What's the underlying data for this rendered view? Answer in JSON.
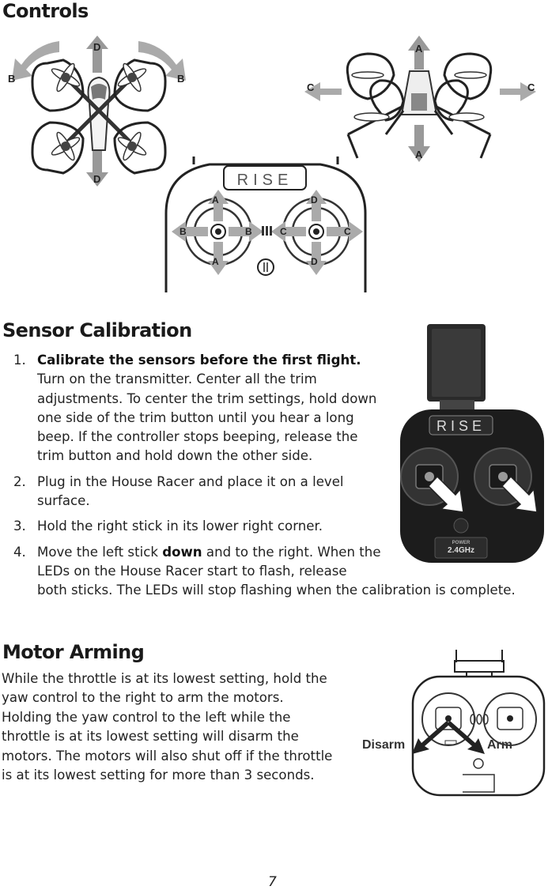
{
  "sections": {
    "controls": {
      "title": "Controls"
    },
    "calibration": {
      "title": "Sensor Calibration",
      "steps": [
        {
          "num": "1.",
          "bold": "Calibrate the sensors before the first flight.",
          "text": " Turn on the transmitter. Center all the trim adjustments. To center the trim settings, hold down one side of the trim button until you hear a long beep. If the controller stops beeping, release the trim button and hold down the other side."
        },
        {
          "num": "2.",
          "text": "Plug in the House Racer and place it on a level surface."
        },
        {
          "num": "3.",
          "text": "Hold the right stick in its lower right corner."
        },
        {
          "num": "4.",
          "pre": "Move the left stick ",
          "bold": "down",
          "post": " and to the right. When the LEDs on the House Racer start to flash, release",
          "tail": "both sticks. The LEDs will stop flashing when the calibration is complete."
        }
      ]
    },
    "arming": {
      "title": "Motor Arming",
      "text": "While the throttle is at its lowest setting, hold the yaw control to the right to arm the motors. Holding the yaw control to the left while the throttle is at its lowest setting will disarm the motors. The motors will also shut off if the throttle is at its lowest setting for more than 3 seconds."
    }
  },
  "diagram_labels": {
    "top_view": {
      "front": "D",
      "rear": "D",
      "left": "B",
      "right": "B"
    },
    "side_view": {
      "up": "A",
      "down": "A",
      "left": "C",
      "right": "C"
    },
    "transmitter": {
      "brand": "RISE",
      "left_up": "A",
      "left_down": "A",
      "left_left": "B",
      "left_right": "B",
      "right_up": "D",
      "right_down": "D",
      "right_left": "C",
      "right_right": "C"
    },
    "calibration_controller": {
      "brand": "RISE",
      "badge_top": "POWER",
      "badge": "2.4GHz"
    },
    "arming": {
      "disarm": "Disarm",
      "arm": "Arm"
    }
  },
  "page": {
    "number": "7"
  }
}
